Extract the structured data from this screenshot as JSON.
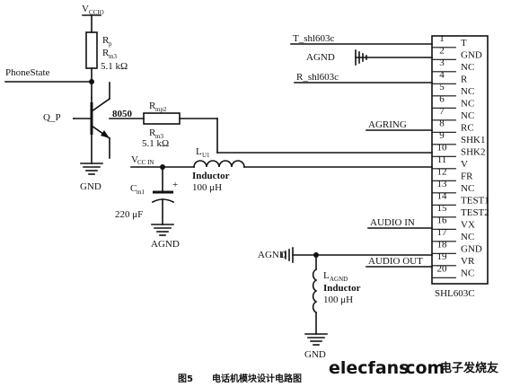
{
  "caption": {
    "figure_number": "图5",
    "title": "电话机模块设计电路图"
  },
  "watermark": {
    "text": "elecfans",
    "dot_com": "·com",
    "chinese": "电子发烧友"
  },
  "supply_label": "V",
  "supply_sub": "CCIO",
  "phonestate_label": "PhoneState",
  "q_label": "Q_P",
  "transistor_label": "8050",
  "gnd1_label": "GND",
  "r1": {
    "name": "R",
    "sub1": "p",
    "sub2": "m3",
    "value": "5.1 kΩ"
  },
  "r2": {
    "name": "R",
    "sub1": "mp2",
    "sub2": "m3",
    "value": "5.1 kΩ"
  },
  "vcc_label": "V",
  "vcc_sub": "CC IN",
  "l1": {
    "name": "L",
    "sub": "U1",
    "type": "Inductor",
    "value": "100 μH"
  },
  "c1": {
    "name": "C",
    "sub": "m1",
    "value": "220 μF"
  },
  "agnd_labels": [
    "AGND",
    "AGND",
    "AGND"
  ],
  "l2": {
    "name": "L",
    "sub": "AGND",
    "type": "Inductor",
    "value": "100 μH"
  },
  "gnd2_label": "GND",
  "net_labels": {
    "t_shl": "T_shl603c",
    "r_shl": "R_shl603c",
    "agring": "AGRING",
    "audio_in": "AUDIO IN",
    "audio_out": "AUDIO OUT"
  },
  "chip": {
    "name": "SHL603C",
    "pins": [
      {
        "num": "1",
        "name": "T"
      },
      {
        "num": "2",
        "name": "GND"
      },
      {
        "num": "3",
        "name": "NC"
      },
      {
        "num": "4",
        "name": "R"
      },
      {
        "num": "5",
        "name": "NC"
      },
      {
        "num": "6",
        "name": "NC"
      },
      {
        "num": "7",
        "name": "NC"
      },
      {
        "num": "8",
        "name": "RC"
      },
      {
        "num": "9",
        "name": "SHK1"
      },
      {
        "num": "10",
        "name": "SHK2"
      },
      {
        "num": "11",
        "name": "V"
      },
      {
        "num": "12",
        "name": "FR"
      },
      {
        "num": "13",
        "name": "NC"
      },
      {
        "num": "14",
        "name": "TEST1"
      },
      {
        "num": "15",
        "name": "TEST2"
      },
      {
        "num": "16",
        "name": "VX"
      },
      {
        "num": "17",
        "name": "NC"
      },
      {
        "num": "18",
        "name": "GND"
      },
      {
        "num": "19",
        "name": "VR"
      },
      {
        "num": "20",
        "name": "NC"
      }
    ]
  }
}
